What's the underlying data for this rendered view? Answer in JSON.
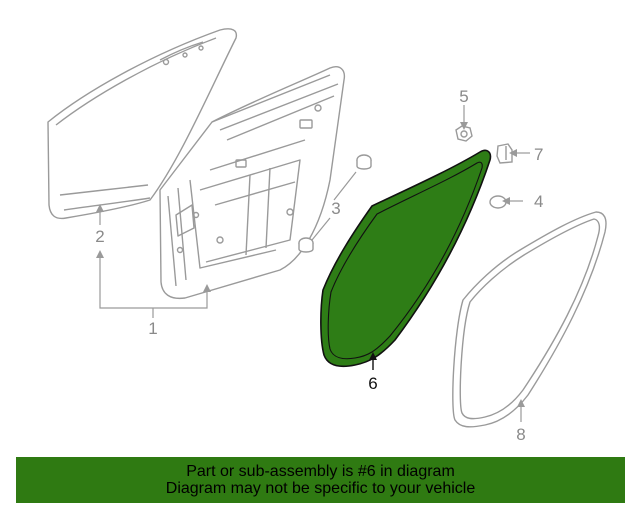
{
  "diagram": {
    "callouts": {
      "c1": "1",
      "c2": "2",
      "c3": "3",
      "c4": "4",
      "c5": "5",
      "c6": "6",
      "c7": "7",
      "c8": "8"
    },
    "highlight_color": "#2e7d16",
    "line_color": "#9a9a9a"
  },
  "banner": {
    "line1": "Part or sub-assembly is #6 in diagram",
    "line2": "Diagram may not be specific to your vehicle",
    "background": "#2f7a12"
  }
}
